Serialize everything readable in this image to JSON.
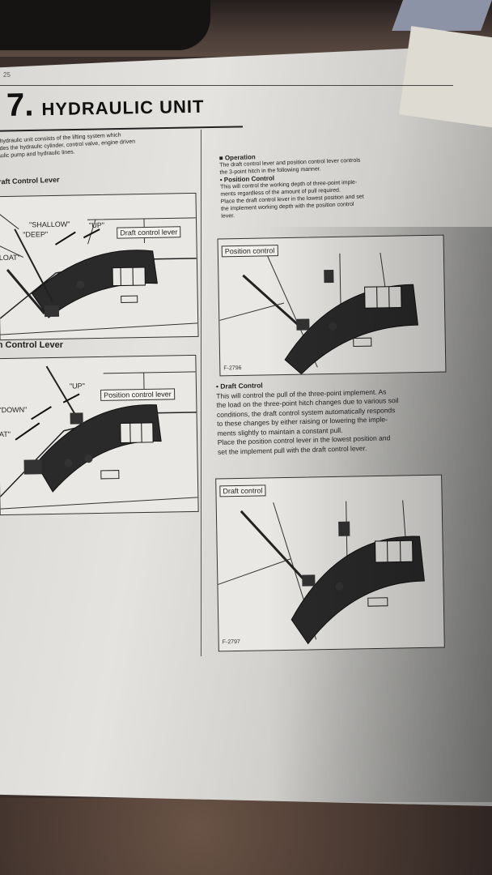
{
  "page": {
    "number": "25",
    "section_number": "7.",
    "section_title": "HYDRAULIC UNIT"
  },
  "left": {
    "intro_lines": [
      "e hydraulic unit consists of the lifting system which",
      "ludes the hydraulic cylinder, control valve, engine driven",
      "raulic pump and hydraulic lines."
    ],
    "heading_draft": "raft Control Lever",
    "heading_position": "on Control Lever",
    "fig1": {
      "shallow": "\"SHALLOW\"",
      "up": "\"UP\"",
      "deep": "\"DEEP\"",
      "float": "LOAT\"",
      "lever_label": "Draft control lever"
    },
    "fig2": {
      "up": "\"UP\"",
      "down": "\"DOWN\"",
      "float": "AT\"",
      "lever_label": "Position control lever"
    }
  },
  "right": {
    "operation": {
      "heading": "■ Operation",
      "lines": [
        "The draft control lever and position control lever controls",
        "the 3-point hitch in the following manner."
      ],
      "sub_heading": "• Position Control",
      "sub_lines": [
        "This will control the working depth of three-point imple-",
        "ments regardless of the amount of pull required.",
        "Place the draft control lever in the lowest position and set",
        "the implement working depth with the position control",
        "lever."
      ]
    },
    "fig_position": {
      "label": "Position control",
      "code": "F-2796"
    },
    "draft": {
      "heading": "• Draft Control",
      "lines": [
        "This will control the pull of the three-point implement. As",
        "the load on the three-point hitch changes due to various soil",
        "conditions, the draft control system automatically responds",
        "to these changes by either raising or lowering the imple-",
        "ments slightly to maintain a constant pull.",
        "Place the position control lever in the lowest position and",
        "set the implement pull with the draft control lever."
      ]
    },
    "fig_draft": {
      "label": "Draft control",
      "code": "F-2797"
    }
  }
}
